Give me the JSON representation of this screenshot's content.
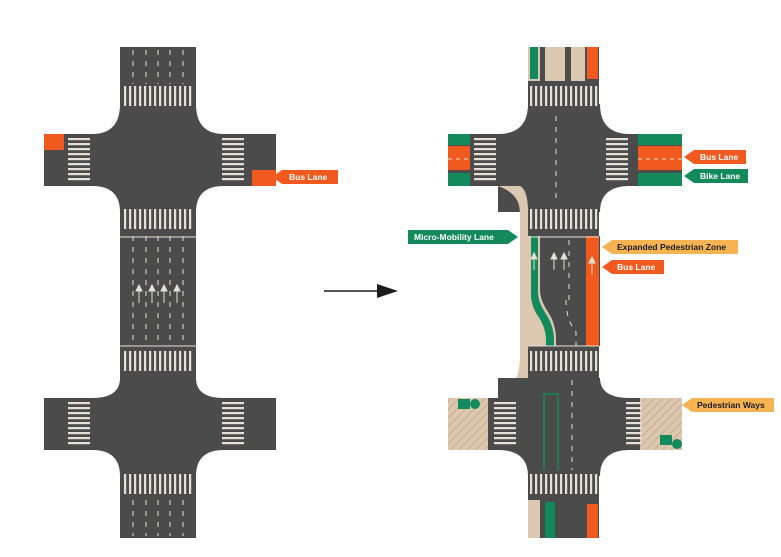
{
  "labels": {
    "before_bus_lane": "Bus Lane",
    "after_bus_lane_top": "Bus Lane",
    "after_bike_lane": "Bike Lane",
    "micro_mobility_lane": "Micro-Mobility Lane",
    "expanded_pedestrian_zone": "Expanded Pedestrian Zone",
    "after_bus_lane_middle": "Bus Lane",
    "pedestrian_ways": "Pedestrian Ways"
  },
  "colors": {
    "asphalt": "#4b4b4b",
    "bus_lane": "#f05a1f",
    "bike_lane": "#128a5c",
    "pedestrian_zone": "#dcc8b0",
    "label_yellow": "#f5b351",
    "marking": "#e6e0d6",
    "arrow": "#2b2b2b"
  },
  "icons": {
    "transform_arrow": "right-arrow-icon",
    "bench_left": "street-furniture-icon",
    "bench_right": "street-furniture-icon"
  }
}
